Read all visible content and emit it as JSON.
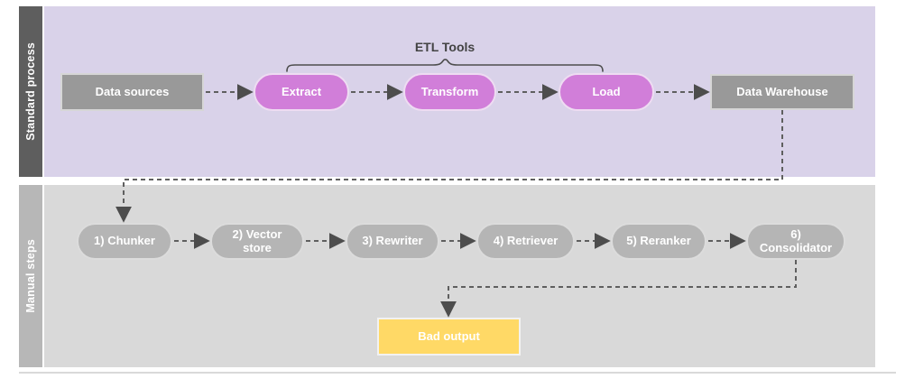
{
  "lanes": [
    {
      "label": "Standard process"
    },
    {
      "label": "Manual steps"
    }
  ],
  "bracket": {
    "label": "ETL Tools"
  },
  "standard_nodes": [
    {
      "label": "Data sources"
    },
    {
      "label": "Extract"
    },
    {
      "label": "Transform"
    },
    {
      "label": "Load"
    },
    {
      "label": "Data Warehouse"
    }
  ],
  "manual_nodes": [
    {
      "label": "1) Chunker"
    },
    {
      "label": "2) Vector store"
    },
    {
      "label": "3) Rewriter"
    },
    {
      "label": "4) Retriever"
    },
    {
      "label": "5) Reranker"
    },
    {
      "label": "6) Consolidator"
    }
  ],
  "output_node": {
    "label": "Bad output"
  },
  "colors": {
    "lane_standard_header": "#5e5e5e",
    "lane_standard_body": "#d9d2e9",
    "lane_manual_header": "#b7b7b7",
    "lane_manual_body": "#d9d9d9",
    "process_box_gray": "#999999",
    "etl_pill_pink": "#d17ed9",
    "manual_pill_gray": "#b5b5b5",
    "bad_output_yellow": "#ffd966",
    "connector_gray": "#5f5f5f"
  }
}
